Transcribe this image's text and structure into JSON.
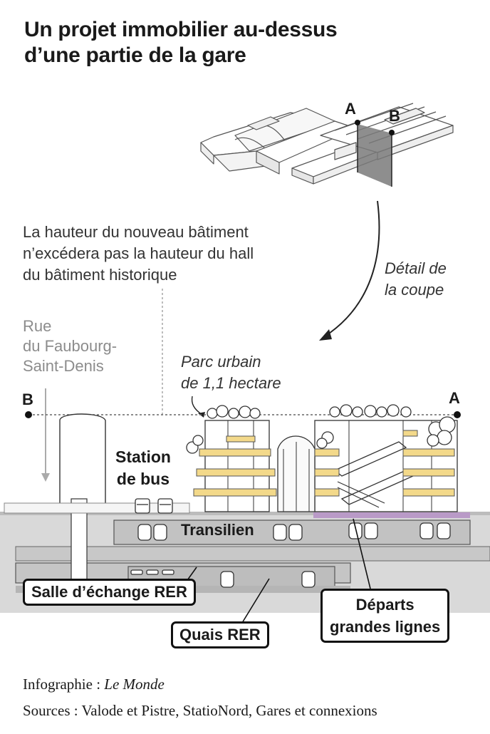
{
  "title": {
    "line1": "Un projet immobilier au-dessus",
    "line2": "d’une partie de la gare"
  },
  "points": {
    "a": "A",
    "b": "B"
  },
  "height_note": {
    "line1": "La hauteur du nouveau bâtiment",
    "line2": "n’excédera pas la hauteur du hall",
    "line3": "du bâtiment historique"
  },
  "detail_note": {
    "line1": "Détail de",
    "line2": "la coupe"
  },
  "street_note": {
    "line1": "Rue",
    "line2": "du Faubourg-",
    "line3": "Saint-Denis"
  },
  "park_note": {
    "line1": "Parc urbain",
    "line2": "de 1,1 hectare"
  },
  "labels": {
    "bus_line1": "Station",
    "bus_line2": "de bus",
    "transilien": "Transilien",
    "rer_exchange": "Salle d’échange RER",
    "rer_platforms": "Quais RER",
    "departures_line1": "Départs",
    "departures_line2": "grandes lignes"
  },
  "footer": {
    "credit_prefix": "Infographie : ",
    "credit_name": "Le Monde",
    "sources": "Sources : Valode et Pistre, StatioNord, Gares et connexions"
  },
  "colors": {
    "floor_yellow": "#f3d98a",
    "ground_grey": "#d9d9d9",
    "underground_grey": "#bdbdbd",
    "section_plane": "#7a7a7a",
    "lilac": "#b99ac7"
  }
}
